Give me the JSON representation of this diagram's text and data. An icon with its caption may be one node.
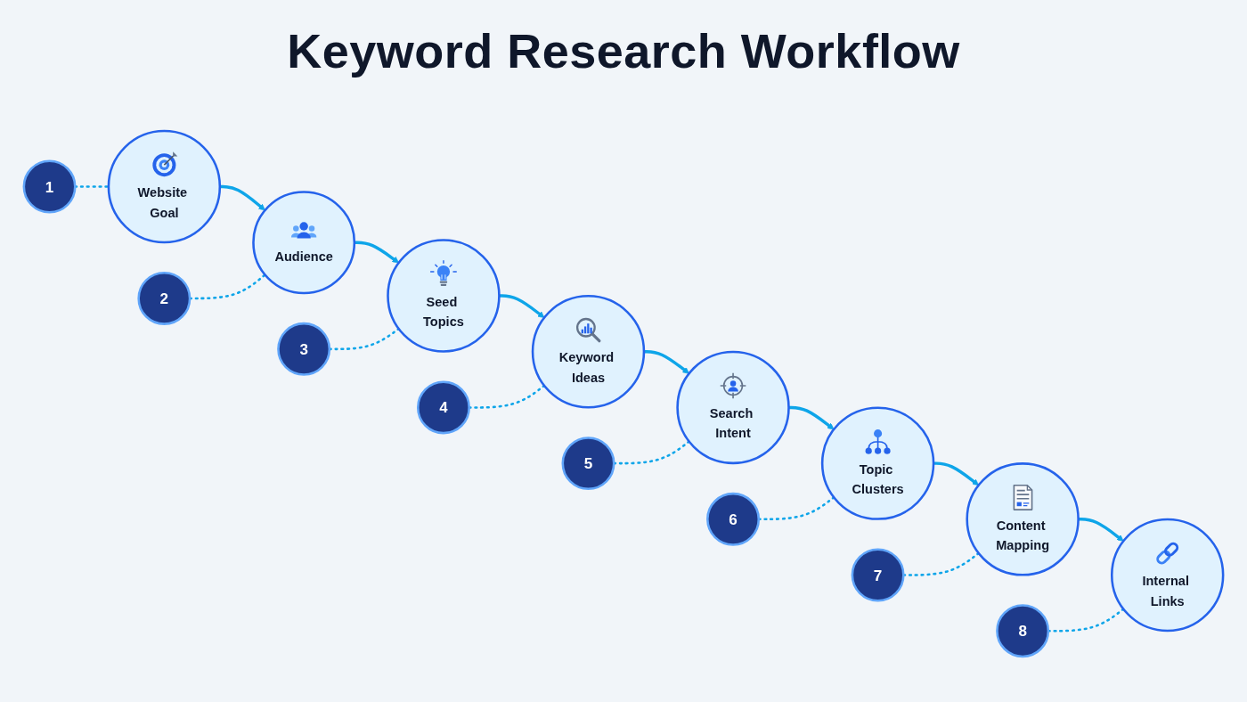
{
  "diagram": {
    "title": "Keyword Research Workflow",
    "nodes": [
      {
        "text": [
          "1"
        ]
      },
      {
        "text": [
          "Website Goal"
        ]
      },
      {
        "text": [
          "2"
        ]
      },
      {
        "text": [
          "Audience"
        ]
      },
      {
        "text": [
          "3"
        ]
      },
      {
        "text": [
          "Seed Topics"
        ]
      },
      {
        "text": [
          "4"
        ]
      },
      {
        "text": [
          "Keyword Ideas"
        ]
      },
      {
        "text": [
          "5"
        ]
      },
      {
        "text": [
          "Search Intent"
        ]
      },
      {
        "text": [
          "6"
        ]
      },
      {
        "text": [
          "Topic Clusters"
        ]
      },
      {
        "text": [
          "7"
        ]
      },
      {
        "text": [
          "Content Mapping"
        ]
      },
      {
        "text": [
          "8"
        ]
      },
      {
        "text": [
          "Internal Links"
        ]
      }
    ],
    "edges": [
      {
        "from": 0,
        "to": 1,
        "arrow": "none",
        "style": "dashed"
      },
      {
        "from": 1,
        "to": 3,
        "arrow": "to"
      },
      {
        "from": 2,
        "to": 3,
        "arrow": "none",
        "style": "dashed"
      },
      {
        "from": 3,
        "to": 5,
        "arrow": "to"
      },
      {
        "from": 4,
        "to": 5,
        "arrow": "none",
        "style": "dashed"
      },
      {
        "from": 5,
        "to": 7,
        "arrow": "to"
      },
      {
        "from": 6,
        "to": 7,
        "arrow": "none",
        "style": "dashed"
      },
      {
        "from": 7,
        "to": 9,
        "arrow": "to"
      },
      {
        "from": 8,
        "to": 9,
        "arrow": "none",
        "style": "dashed"
      },
      {
        "from": 9,
        "to": 11,
        "arrow": "to"
      },
      {
        "from": 10,
        "to": 11,
        "arrow": "none",
        "style": "dashed"
      },
      {
        "from": 11,
        "to": 13,
        "arrow": "to"
      },
      {
        "from": 12,
        "to": 13,
        "arrow": "none",
        "style": "dashed"
      },
      {
        "from": 13,
        "to": 15,
        "arrow": "to"
      },
      {
        "from": 14,
        "to": 15,
        "arrow": "none",
        "style": "dashed"
      }
    ]
  }
}
